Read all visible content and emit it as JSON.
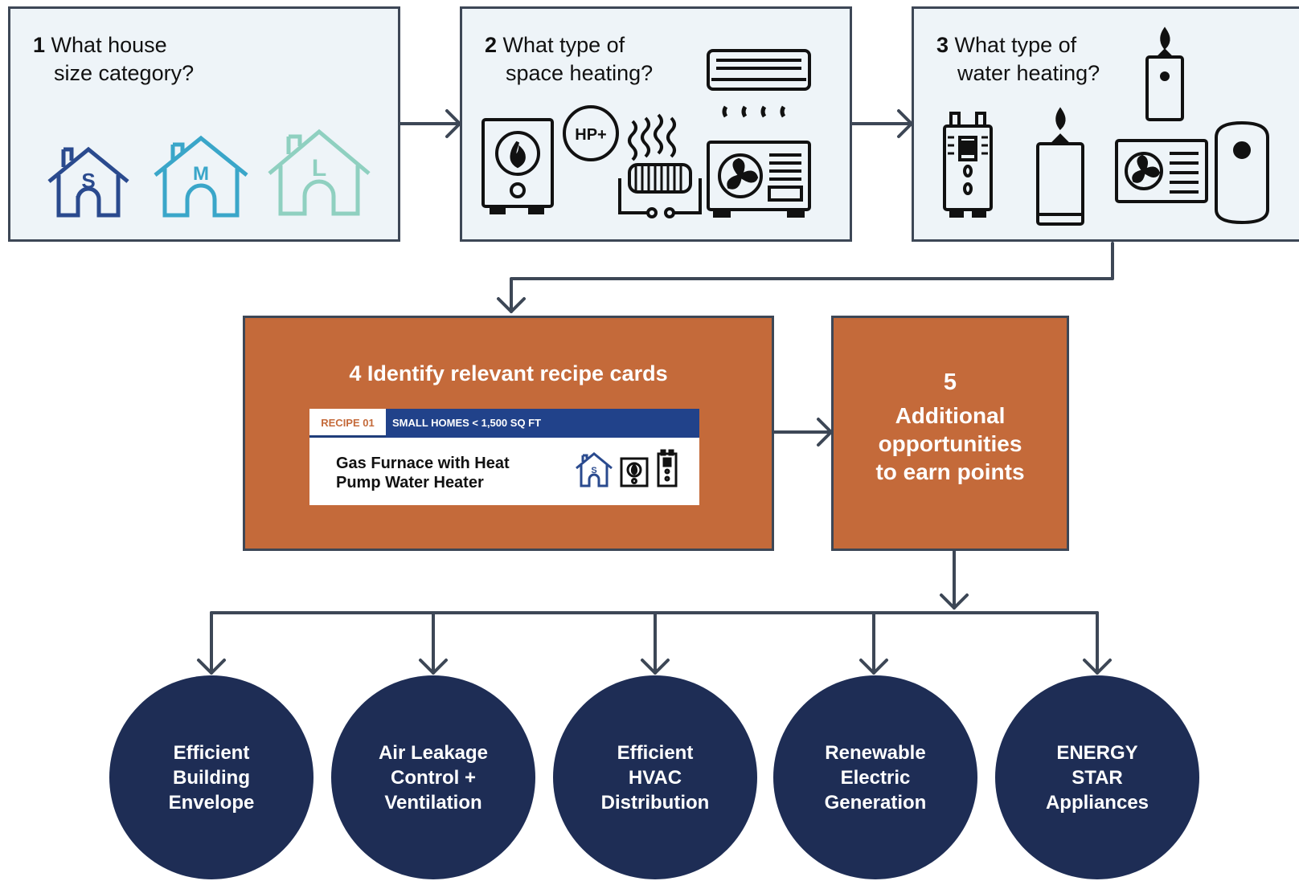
{
  "steps": [
    {
      "num": "1",
      "line1": "What house",
      "line2": "size category?"
    },
    {
      "num": "2",
      "line1": "What type of",
      "line2": "space heating?"
    },
    {
      "num": "3",
      "line1": "What type of",
      "line2": "water heating?"
    }
  ],
  "house_sizes": [
    {
      "letter": "S",
      "color": "#2a4a8e"
    },
    {
      "letter": "M",
      "color": "#3aa6c9"
    },
    {
      "letter": "L",
      "color": "#8fd0c0"
    }
  ],
  "hp_label": "HP+",
  "recipe": {
    "title": "4 Identify relevant recipe cards",
    "tag": "RECIPE 01",
    "category": "SMALL HOMES < 1,500 SQ FT",
    "name_line1": "Gas Furnace with Heat",
    "name_line2": "Pump Water Heater",
    "house_letter": "S"
  },
  "opportunities": {
    "num": "5",
    "text": "Additional\nopportunities\nto earn points"
  },
  "categories": [
    {
      "label": "Efficient\nBuilding\nEnvelope"
    },
    {
      "label": "Air Leakage\nControl +\nVentilation"
    },
    {
      "label": "Efficient\nHVAC\nDistribution"
    },
    {
      "label": "Renewable\nElectric\nGeneration"
    },
    {
      "label": "ENERGY\nSTAR\nAppliances"
    }
  ],
  "colors": {
    "box_bg": "#eef4f8",
    "border": "#3d4756",
    "orange": "#c46a3a",
    "navy": "#1e2d55",
    "recipe_blue": "#21428a"
  }
}
